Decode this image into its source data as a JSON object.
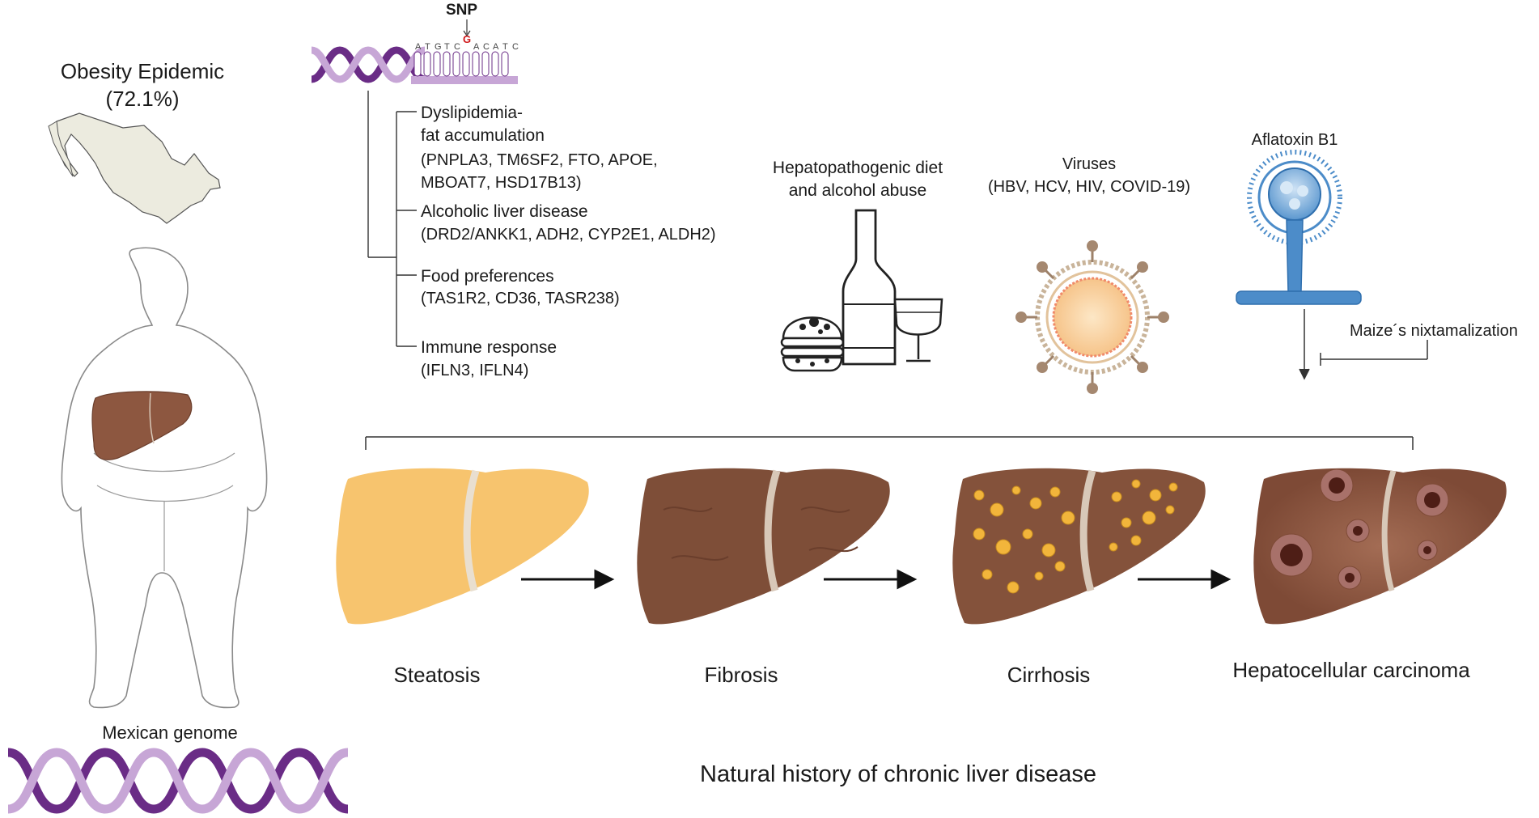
{
  "obesity": {
    "title": "Obesity Epidemic",
    "percent": "(72.1%)"
  },
  "snp": {
    "label": "SNP",
    "allele": "G",
    "sequence": [
      "A",
      "T",
      "G",
      "T",
      "C",
      "A",
      "C",
      "A",
      "T",
      "C"
    ]
  },
  "genes": [
    {
      "title": "Dyslipidemia-\nfat accumulation",
      "title_line1": "Dyslipidemia-",
      "title_line2": "fat accumulation",
      "genes_line1": "(PNPLA3, TM6SF2, FTO, APOE,",
      "genes_line2": " MBOAT7, HSD17B13)"
    },
    {
      "title_line1": "Alcoholic liver disease",
      "genes_line1": "(DRD2/ANKK1, ADH2, CYP2E1, ALDH2)"
    },
    {
      "title_line1": "Food preferences",
      "genes_line1": "(TAS1R2, CD36, TASR238)"
    },
    {
      "title_line1": "Immune response",
      "genes_line1": "(IFLN3, IFLN4)"
    }
  ],
  "factors": {
    "diet_line1": "Hepatopathogenic diet",
    "diet_line2": "and alcohol abuse",
    "viruses_title": "Viruses",
    "viruses_list": "(HBV, HCV, HIV, COVID-19)",
    "aflatoxin": "Aflatoxin B1",
    "nixtamalization": "Maize´s nixtamalization"
  },
  "stages": [
    "Steatosis",
    "Fibrosis",
    "Cirrhosis",
    "Hepatocellular carcinoma"
  ],
  "genome_label": "Mexican genome",
  "caption": "Natural history of chronic liver disease",
  "colors": {
    "purple_dark": "#6a2c86",
    "purple_light": "#c7a6d6",
    "steatosis": "#f7c46e",
    "fibrosis": "#7e4e38",
    "cirrhosis": "#84523b",
    "hcc": "#8f5a43",
    "map_fill": "#ecebdf",
    "aflatoxin_blue": "#4c8cc9",
    "virus_fill": "#f8d7a8"
  }
}
